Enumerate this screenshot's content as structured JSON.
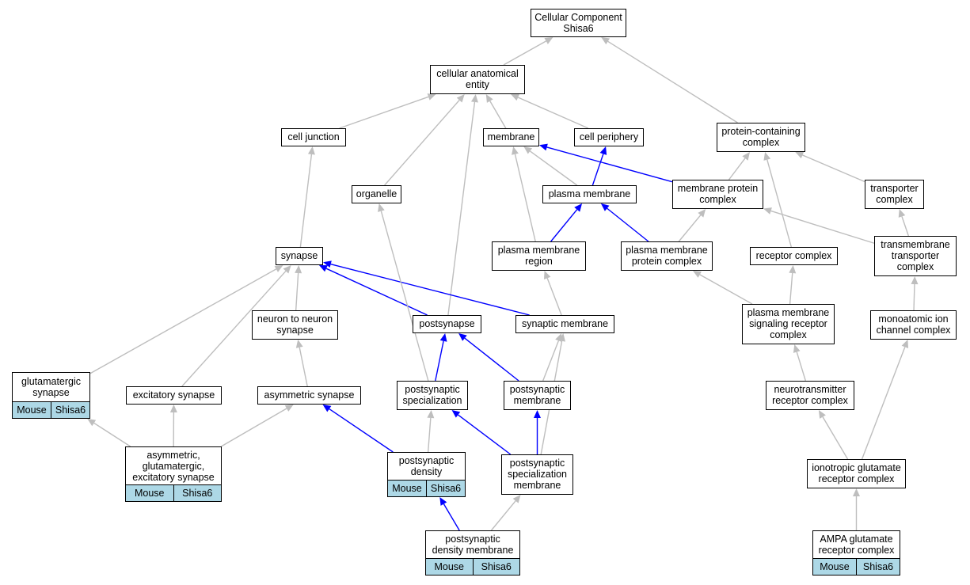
{
  "diagram": {
    "nodes": [
      {
        "id": "cc",
        "label": "Cellular Component\nShisa6"
      },
      {
        "id": "cae",
        "label": "cellular anatomical\nentity"
      },
      {
        "id": "cj",
        "label": "cell junction"
      },
      {
        "id": "mem",
        "label": "membrane"
      },
      {
        "id": "cp",
        "label": "cell periphery"
      },
      {
        "id": "pcc",
        "label": "protein-containing\ncomplex"
      },
      {
        "id": "org",
        "label": "organelle"
      },
      {
        "id": "pm",
        "label": "plasma membrane"
      },
      {
        "id": "mpc",
        "label": "membrane protein\ncomplex"
      },
      {
        "id": "tc",
        "label": "transporter\ncomplex"
      },
      {
        "id": "syn",
        "label": "synapse"
      },
      {
        "id": "pmr",
        "label": "plasma membrane\nregion"
      },
      {
        "id": "pmpc",
        "label": "plasma membrane\nprotein complex"
      },
      {
        "id": "rc",
        "label": "receptor complex"
      },
      {
        "id": "ttc",
        "label": "transmembrane\ntransporter\ncomplex"
      },
      {
        "id": "nns",
        "label": "neuron to neuron\nsynapse"
      },
      {
        "id": "ps",
        "label": "postsynapse"
      },
      {
        "id": "sm",
        "label": "synaptic membrane"
      },
      {
        "id": "pmsrc",
        "label": "plasma membrane\nsignaling receptor\ncomplex"
      },
      {
        "id": "micc",
        "label": "monoatomic ion\nchannel complex"
      },
      {
        "id": "gs",
        "label": "glutamatergic\nsynapse",
        "annotation": [
          "Mouse",
          "Shisa6"
        ]
      },
      {
        "id": "es",
        "label": "excitatory synapse"
      },
      {
        "id": "as",
        "label": "asymmetric synapse"
      },
      {
        "id": "psp",
        "label": "postsynaptic\nspecialization"
      },
      {
        "id": "psm",
        "label": "postsynaptic\nmembrane"
      },
      {
        "id": "nrc",
        "label": "neurotransmitter\nreceptor complex"
      },
      {
        "id": "ages",
        "label": "asymmetric,\nglutamatergic,\nexcitatory synapse",
        "annotation": [
          "Mouse",
          "Shisa6"
        ]
      },
      {
        "id": "psd",
        "label": "postsynaptic\ndensity",
        "annotation": [
          "Mouse",
          "Shisa6"
        ]
      },
      {
        "id": "pspm",
        "label": "postsynaptic\nspecialization\nmembrane"
      },
      {
        "id": "igrc",
        "label": "ionotropic glutamate\nreceptor complex"
      },
      {
        "id": "psdm",
        "label": "postsynaptic\ndensity membrane",
        "annotation": [
          "Mouse",
          "Shisa6"
        ]
      },
      {
        "id": "agrc",
        "label": "AMPA glutamate\nreceptor complex",
        "annotation": [
          "Mouse",
          "Shisa6"
        ]
      }
    ],
    "edges": [
      {
        "from": "cae",
        "to": "cc",
        "kind": "is_a"
      },
      {
        "from": "pcc",
        "to": "cc",
        "kind": "is_a"
      },
      {
        "from": "cj",
        "to": "cae",
        "kind": "is_a"
      },
      {
        "from": "mem",
        "to": "cae",
        "kind": "is_a"
      },
      {
        "from": "cp",
        "to": "cae",
        "kind": "is_a"
      },
      {
        "from": "org",
        "to": "cae",
        "kind": "is_a"
      },
      {
        "from": "ps",
        "to": "cae",
        "kind": "is_a"
      },
      {
        "from": "pm",
        "to": "mem",
        "kind": "is_a"
      },
      {
        "from": "pm",
        "to": "cp",
        "kind": "part_of"
      },
      {
        "from": "mpc",
        "to": "mem",
        "kind": "part_of"
      },
      {
        "from": "mpc",
        "to": "pcc",
        "kind": "is_a"
      },
      {
        "from": "tc",
        "to": "pcc",
        "kind": "is_a"
      },
      {
        "from": "rc",
        "to": "pcc",
        "kind": "is_a"
      },
      {
        "from": "syn",
        "to": "cj",
        "kind": "is_a"
      },
      {
        "from": "pmr",
        "to": "mem",
        "kind": "is_a"
      },
      {
        "from": "pmr",
        "to": "pm",
        "kind": "part_of"
      },
      {
        "from": "pmpc",
        "to": "pm",
        "kind": "part_of"
      },
      {
        "from": "pmpc",
        "to": "mpc",
        "kind": "is_a"
      },
      {
        "from": "ttc",
        "to": "tc",
        "kind": "is_a"
      },
      {
        "from": "ttc",
        "to": "mpc",
        "kind": "is_a"
      },
      {
        "from": "nns",
        "to": "syn",
        "kind": "is_a"
      },
      {
        "from": "ps",
        "to": "syn",
        "kind": "part_of"
      },
      {
        "from": "sm",
        "to": "syn",
        "kind": "part_of"
      },
      {
        "from": "sm",
        "to": "pmr",
        "kind": "is_a"
      },
      {
        "from": "pmsrc",
        "to": "rc",
        "kind": "is_a"
      },
      {
        "from": "pmsrc",
        "to": "pmpc",
        "kind": "is_a"
      },
      {
        "from": "micc",
        "to": "ttc",
        "kind": "is_a"
      },
      {
        "from": "gs",
        "to": "syn",
        "kind": "is_a"
      },
      {
        "from": "es",
        "to": "syn",
        "kind": "is_a"
      },
      {
        "from": "as",
        "to": "nns",
        "kind": "is_a"
      },
      {
        "from": "psp",
        "to": "ps",
        "kind": "part_of"
      },
      {
        "from": "psp",
        "to": "org",
        "kind": "is_a"
      },
      {
        "from": "psm",
        "to": "ps",
        "kind": "part_of"
      },
      {
        "from": "psm",
        "to": "sm",
        "kind": "is_a"
      },
      {
        "from": "nrc",
        "to": "pmsrc",
        "kind": "is_a"
      },
      {
        "from": "ages",
        "to": "gs",
        "kind": "is_a"
      },
      {
        "from": "ages",
        "to": "es",
        "kind": "is_a"
      },
      {
        "from": "ages",
        "to": "as",
        "kind": "is_a"
      },
      {
        "from": "psd",
        "to": "as",
        "kind": "part_of"
      },
      {
        "from": "psd",
        "to": "psp",
        "kind": "is_a"
      },
      {
        "from": "pspm",
        "to": "psp",
        "kind": "part_of"
      },
      {
        "from": "pspm",
        "to": "psm",
        "kind": "part_of"
      },
      {
        "from": "pspm",
        "to": "sm",
        "kind": "is_a"
      },
      {
        "from": "igrc",
        "to": "nrc",
        "kind": "is_a"
      },
      {
        "from": "igrc",
        "to": "micc",
        "kind": "is_a"
      },
      {
        "from": "psdm",
        "to": "psd",
        "kind": "part_of"
      },
      {
        "from": "psdm",
        "to": "pspm",
        "kind": "is_a"
      },
      {
        "from": "agrc",
        "to": "igrc",
        "kind": "is_a"
      }
    ],
    "edge_colors": {
      "is_a": "#bebebe",
      "part_of": "#0000ff"
    }
  }
}
